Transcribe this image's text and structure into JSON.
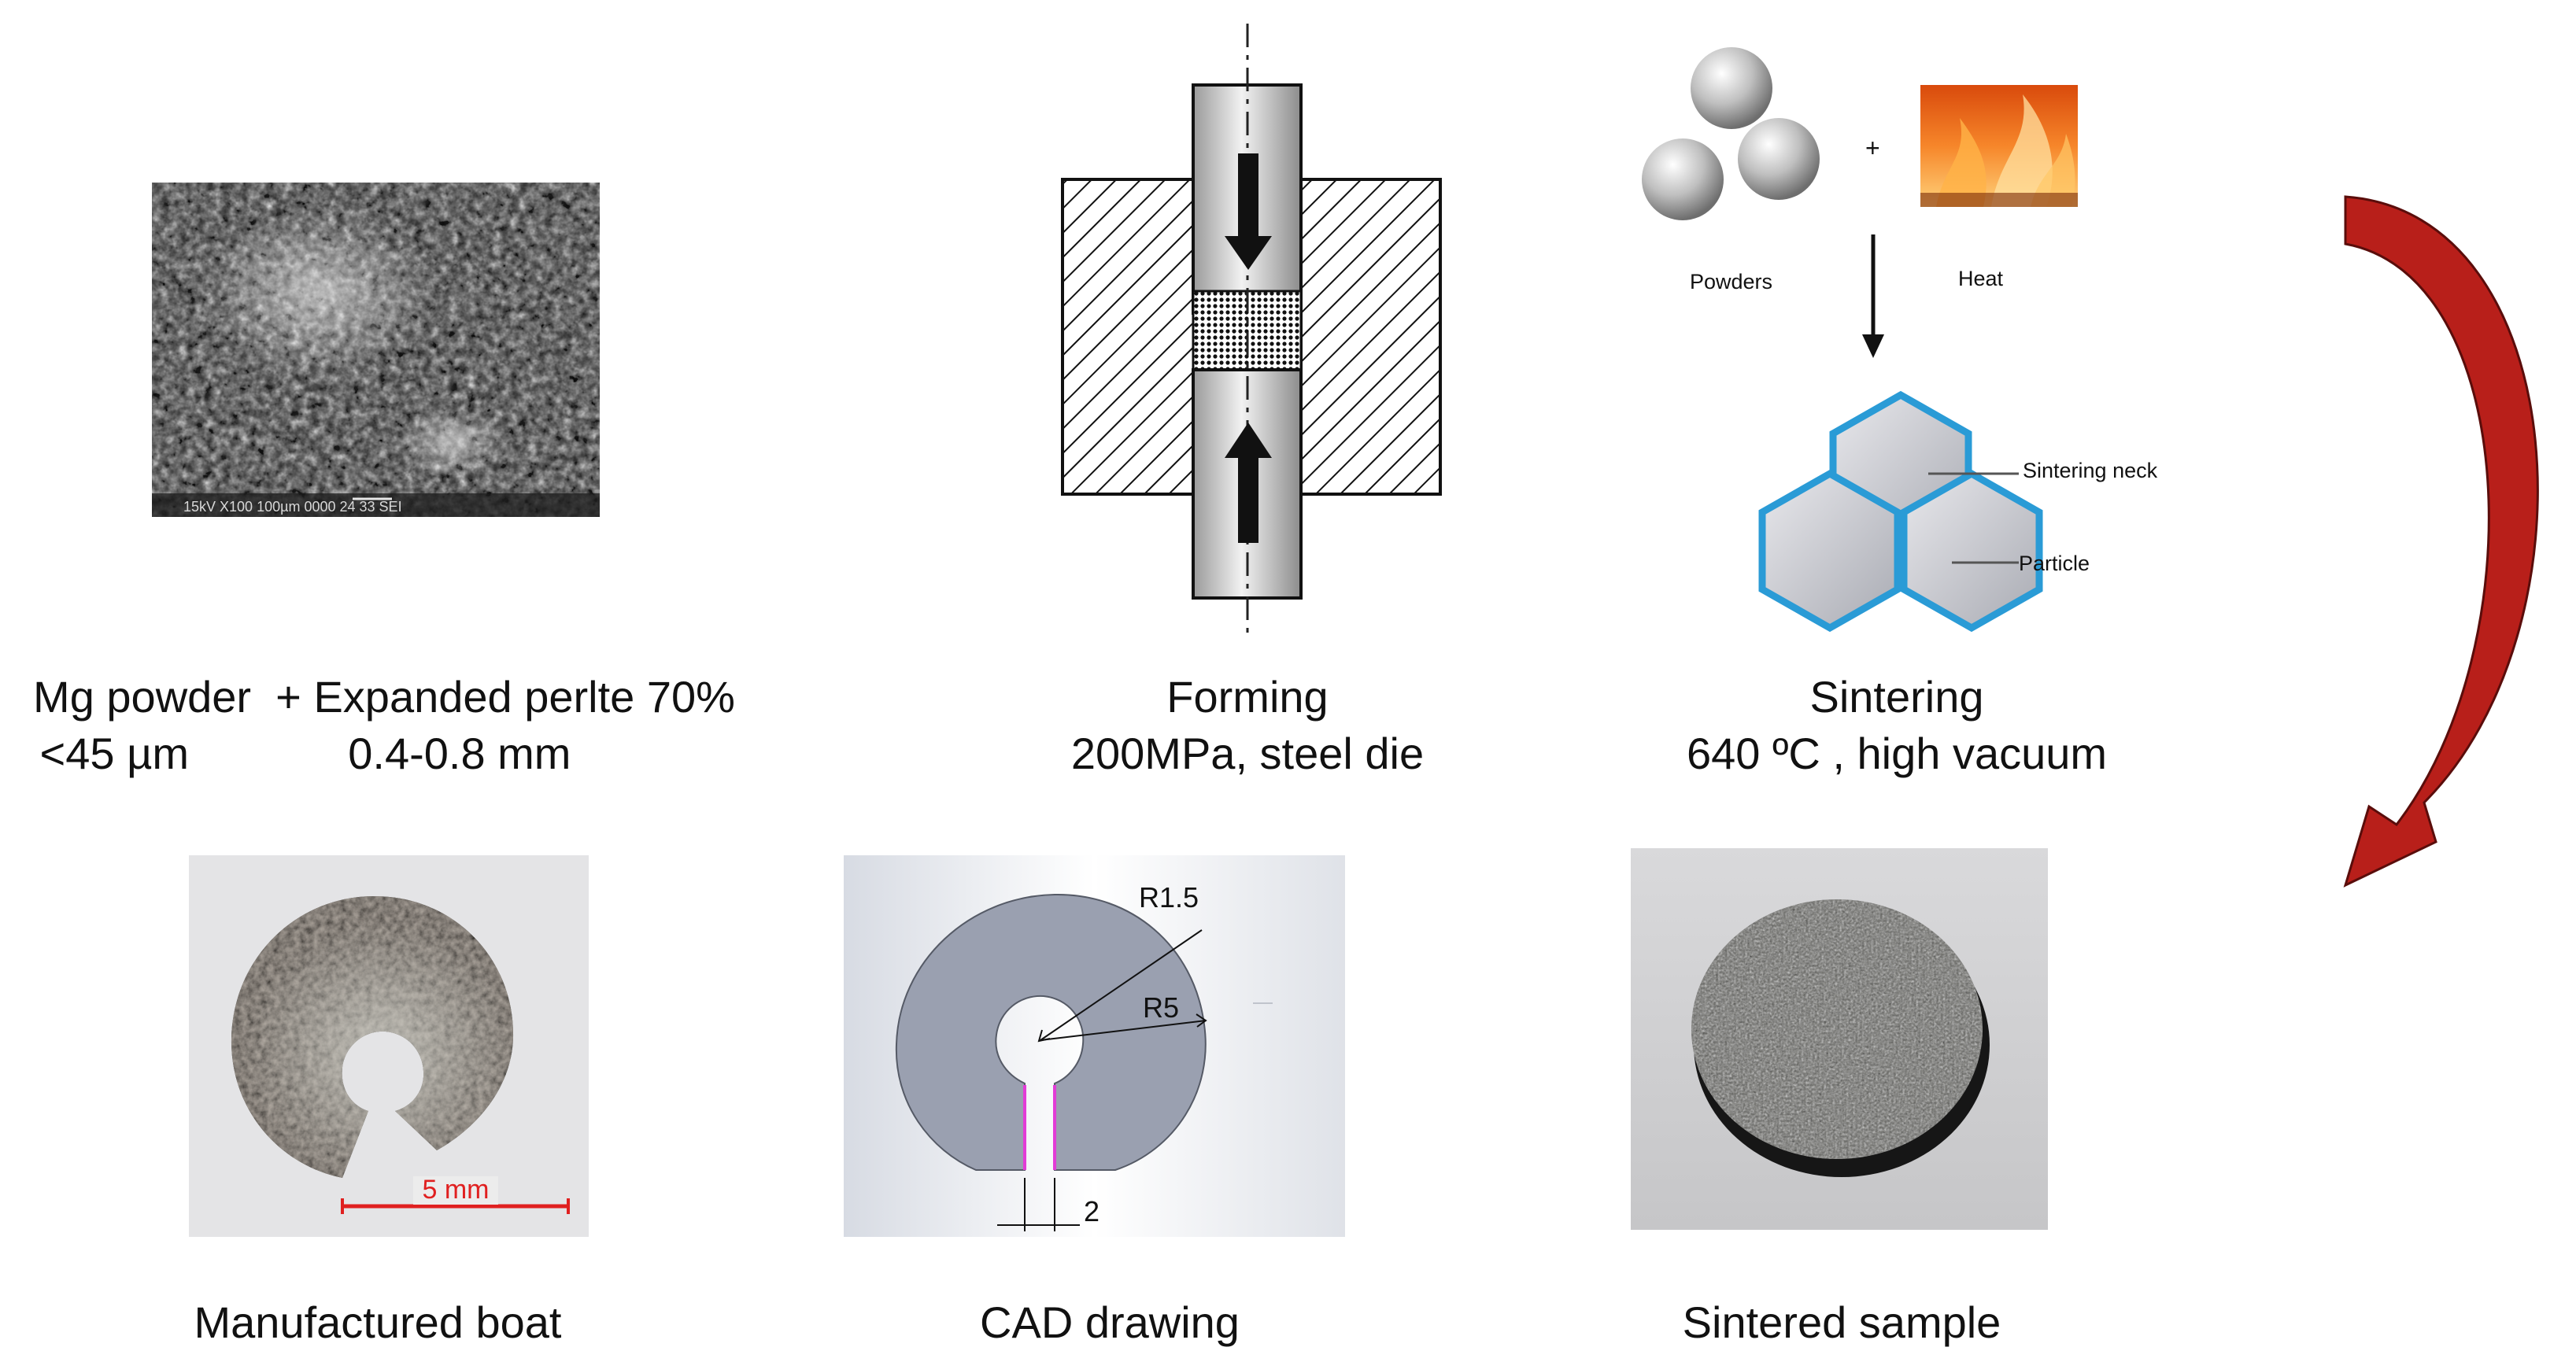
{
  "steps": {
    "powder": {
      "line1": "Mg powder  + Expanded perlte 70%",
      "line2": "<45 µm             0.4-0.8 mm",
      "sem_readout": "15kV    X100  100µm  0000 24 33 SEI"
    },
    "forming": {
      "line1": "Forming",
      "line2": "200MPa, steel die"
    },
    "sintering": {
      "line1": "Sintering",
      "line2": "640 ºC , high vacuum",
      "powders_label": "Powders",
      "plus_sign": "+",
      "heat_label": "Heat",
      "neck_label": "Sintering neck",
      "particle_label": "Particle"
    },
    "boat": {
      "caption": "Manufactured boat",
      "scale_label": "5 mm"
    },
    "cad": {
      "caption": "CAD drawing",
      "dim_r15": "R1.5",
      "dim_r5": "R5",
      "dim_2": "2"
    },
    "sintered_sample": {
      "caption": "Sintered sample"
    }
  },
  "colors": {
    "flow_arrow": "#b81f1a",
    "hexagon_border": "#2a9bd6",
    "cad_part": "#9aa0b0",
    "cad_slot_edge": "#e23cd6",
    "scale_bar": "#e02020"
  }
}
